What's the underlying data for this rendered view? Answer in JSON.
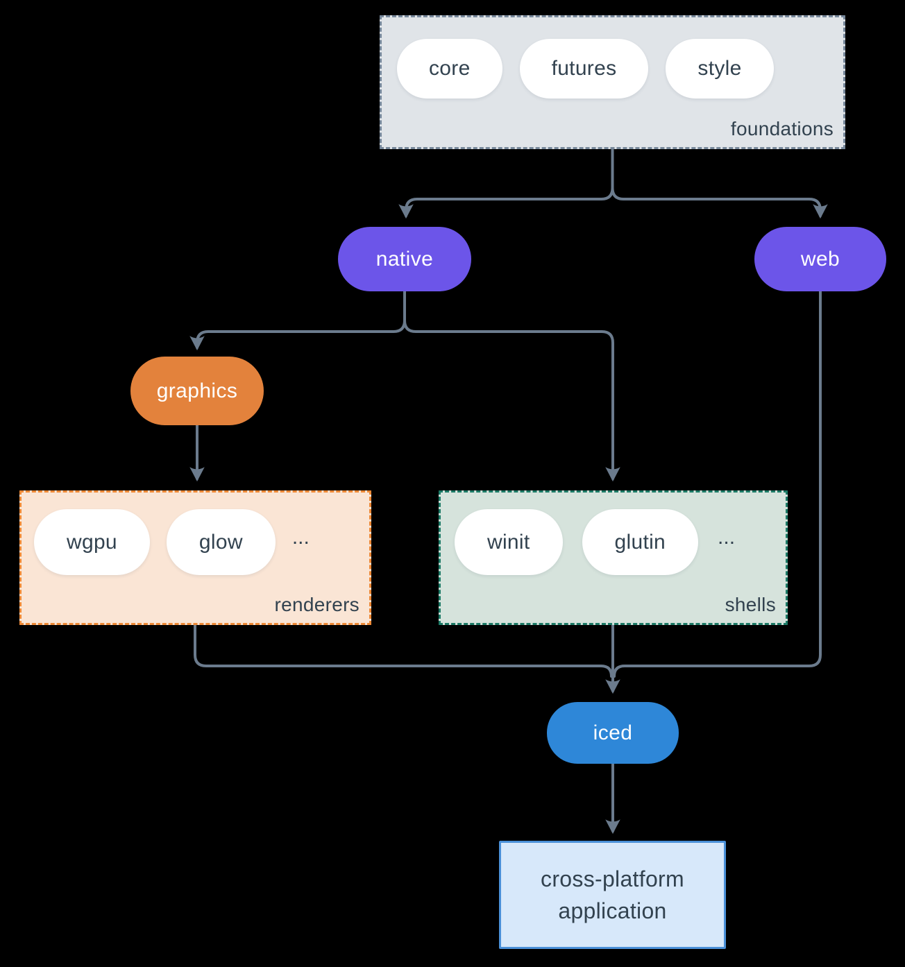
{
  "colors": {
    "background": "#000000",
    "arrow": "#6b7b8d",
    "text_dark": "#32424f",
    "node_purple": "#6c55e9",
    "node_orange": "#e3823c",
    "node_blue": "#2e87d8",
    "foundations_fill": "#e0e4e8",
    "foundations_border": "#76879a",
    "renderers_fill": "#fae5d5",
    "renderers_border": "#ed8936",
    "shells_fill": "#d6e3dc",
    "shells_border": "#1c7a66",
    "application_fill": "#d7e8fa",
    "application_border": "#4a90d8"
  },
  "groups": {
    "foundations": {
      "label": "foundations",
      "pills": [
        "core",
        "futures",
        "style"
      ]
    },
    "renderers": {
      "label": "renderers",
      "pills": [
        "wgpu",
        "glow"
      ],
      "ellipsis": "..."
    },
    "shells": {
      "label": "shells",
      "pills": [
        "winit",
        "glutin"
      ],
      "ellipsis": "..."
    }
  },
  "nodes": {
    "native": "native",
    "web": "web",
    "graphics": "graphics",
    "iced": "iced",
    "application": {
      "line1": "cross-platform",
      "line2": "application"
    }
  }
}
